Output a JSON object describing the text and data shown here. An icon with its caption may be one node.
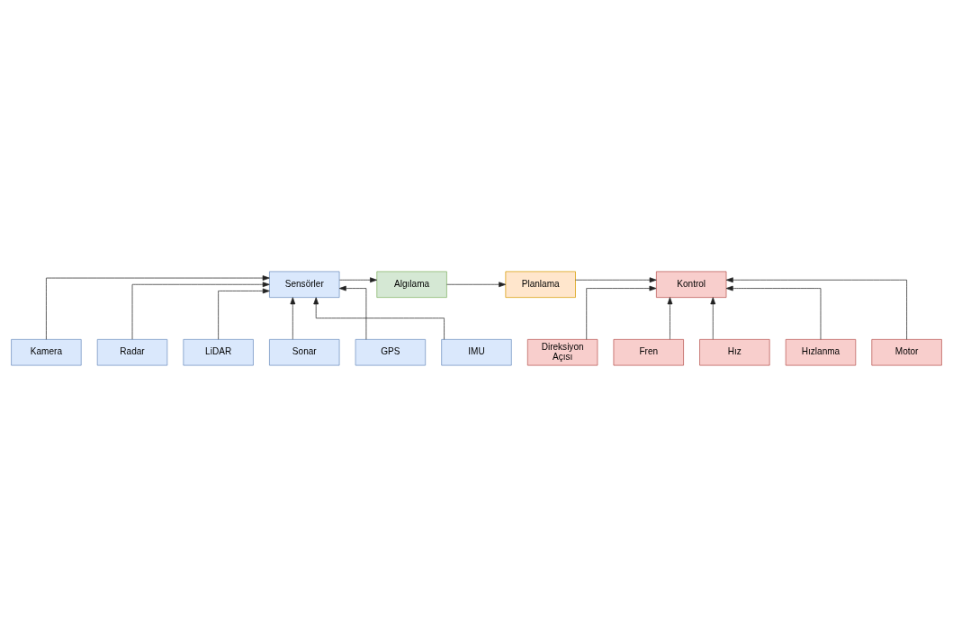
{
  "diagram": {
    "nodes": [
      {
        "text": [
          "Sensörler"
        ]
      },
      {
        "text": [
          "Algılama"
        ]
      },
      {
        "text": [
          "Planlama"
        ]
      },
      {
        "text": [
          "Kontrol"
        ]
      },
      {
        "text": [
          "Kamera"
        ]
      },
      {
        "text": [
          "Radar"
        ]
      },
      {
        "text": [
          "LiDAR"
        ]
      },
      {
        "text": [
          "Sonar"
        ]
      },
      {
        "text": [
          "GPS"
        ]
      },
      {
        "text": [
          "IMU"
        ]
      },
      {
        "text": [
          "Direksiyon Açısı"
        ]
      },
      {
        "text": [
          "Fren"
        ]
      },
      {
        "text": [
          "Hız"
        ]
      },
      {
        "text": [
          "Hızlanma"
        ]
      },
      {
        "text": [
          "Motor"
        ]
      }
    ],
    "edges": [
      {
        "from": 0,
        "to": 1,
        "arrow": "to"
      },
      {
        "from": 1,
        "to": 2,
        "arrow": "to"
      },
      {
        "from": 2,
        "to": 3,
        "arrow": "to"
      },
      {
        "from": 4,
        "to": 0,
        "arrow": "to"
      },
      {
        "from": 5,
        "to": 0,
        "arrow": "to"
      },
      {
        "from": 6,
        "to": 0,
        "arrow": "to"
      },
      {
        "from": 7,
        "to": 0,
        "arrow": "to"
      },
      {
        "from": 8,
        "to": 0,
        "arrow": "to"
      },
      {
        "from": 9,
        "to": 0,
        "arrow": "to"
      },
      {
        "from": 10,
        "to": 3,
        "arrow": "to"
      },
      {
        "from": 11,
        "to": 3,
        "arrow": "to"
      },
      {
        "from": 12,
        "to": 3,
        "arrow": "to"
      },
      {
        "from": 13,
        "to": 3,
        "arrow": "to"
      },
      {
        "from": 14,
        "to": 3,
        "arrow": "to"
      }
    ]
  }
}
